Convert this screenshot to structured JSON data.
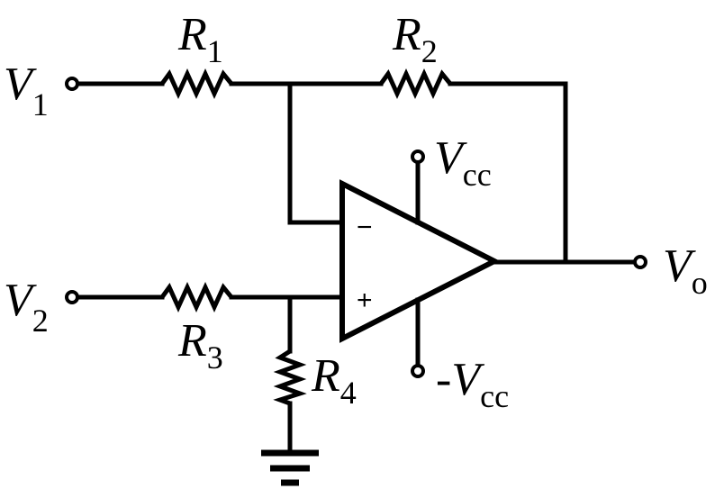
{
  "labels": {
    "v1": {
      "main": "V",
      "sub": "1"
    },
    "v2": {
      "main": "V",
      "sub": "2"
    },
    "r1": {
      "main": "R",
      "sub": "1"
    },
    "r2": {
      "main": "R",
      "sub": "2"
    },
    "r3": {
      "main": "R",
      "sub": "3"
    },
    "r4": {
      "main": "R",
      "sub": "4"
    },
    "vcc": {
      "main": "V",
      "sub": "cc"
    },
    "neg_vcc": {
      "prefix": "-",
      "main": "V",
      "sub": "cc"
    },
    "vo": {
      "main": "V",
      "sub": "o"
    }
  },
  "opamp": {
    "minus": "−",
    "plus": "+"
  }
}
